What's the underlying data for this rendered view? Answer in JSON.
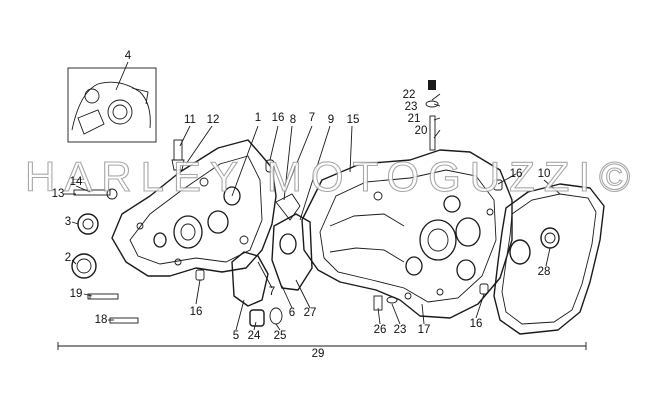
{
  "watermark": "HARLEY MOTOGUZZI©",
  "callouts": {
    "c1": "1",
    "c2": "2",
    "c3": "3",
    "c4": "4",
    "c5": "5",
    "c6": "6",
    "c7": "7",
    "c8": "8",
    "c9": "9",
    "c10": "10",
    "c11": "11",
    "c12": "12",
    "c13": "13",
    "c14": "14",
    "c15": "15",
    "c16a": "16",
    "c16b": "16",
    "c16c": "16",
    "c16d": "16",
    "c17": "17",
    "c18": "18",
    "c19": "19",
    "c20": "20",
    "c21": "21",
    "c22": "22",
    "c23a": "23",
    "c23b": "23",
    "c24": "24",
    "c25": "25",
    "c26": "26",
    "c27": "27",
    "c28": "28",
    "c29": "29"
  },
  "colors": {
    "line": "#1a1a1a",
    "background": "#ffffff",
    "watermark_outline": "#9a9a9a"
  }
}
